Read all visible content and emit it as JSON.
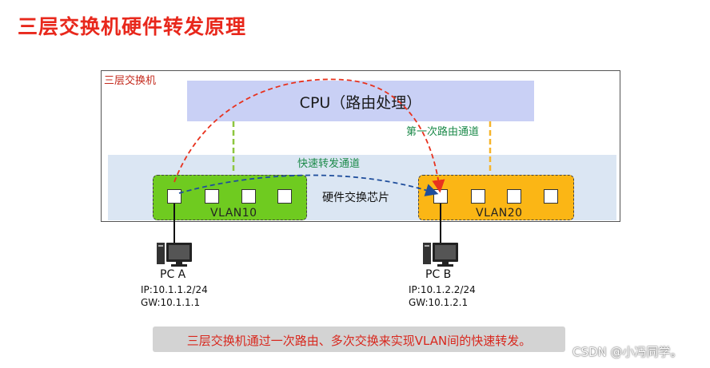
{
  "title": "三层交换机硬件转发原理",
  "switch_label": "三层交换机",
  "cpu_label": "CPU（路由处理）",
  "first_route_label": "第一次路由通道",
  "fast_forward_label": "快速转发通道",
  "chip_label": "硬件交换芯片",
  "vlans": [
    {
      "label": "VLAN10",
      "color": "#6fcb20"
    },
    {
      "label": "VLAN20",
      "color": "#fbb615"
    }
  ],
  "pcs": [
    {
      "name": "PC A",
      "ip": "IP:10.1.1.2/24",
      "gw": "GW:10.1.1.1",
      "icon": "computer-icon"
    },
    {
      "name": "PC B",
      "ip": "IP:10.1.2.2/24",
      "gw": "GW:10.1.2.1",
      "icon": "computer-icon"
    }
  ],
  "caption": "三层交换机通过一次路由、多次交换来实现VLAN间的快速转发。",
  "watermark": "CSDN @小冯同学。",
  "colors": {
    "title": "#e8281c",
    "cpu": "#c9d0f5",
    "chip_area": "#dbe6f3",
    "route_arrow": "#e8321e",
    "fast_arrow": "#1f4e9c",
    "green_text": "#1c8a4a",
    "caption_text": "#d8281e"
  }
}
